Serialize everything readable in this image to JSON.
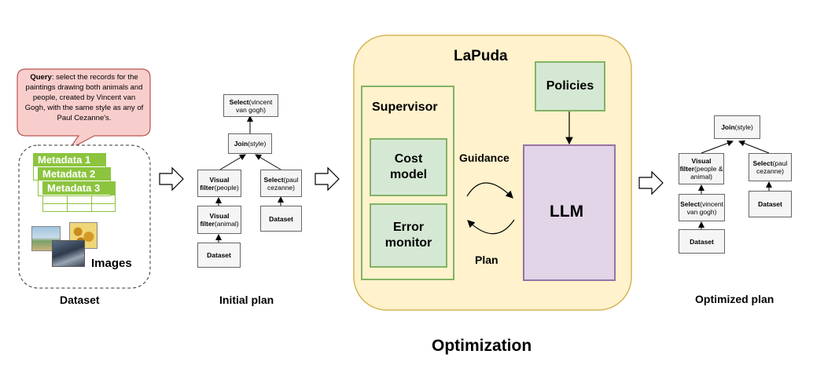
{
  "query": {
    "bold": "Query",
    "text": ": select the records for the paintings drawing both animals and people, created by Vincent van Gogh, with the same style as any of Paul Cezanne's."
  },
  "dataset": {
    "metadata": [
      "Metadata  1",
      "Metadata  2",
      "Metadata  3"
    ],
    "images_label": "Images",
    "caption": "Dataset"
  },
  "initial_plan": {
    "caption": "Initial plan",
    "select_vg_op": "Select",
    "select_vg_arg": "(vincent van gogh)",
    "join_op": "Join",
    "join_arg": "(style)",
    "vf_people_op": "Visual filter",
    "vf_people_arg": "(people)",
    "select_pc_op": "Select",
    "select_pc_arg": "(paul cezanne)",
    "vf_animal_op": "Visual filter",
    "vf_animal_arg": "(animal)",
    "dataset_right": "Dataset",
    "dataset_bottom": "Dataset"
  },
  "lapuda": {
    "title": "LaPuda",
    "supervisor": "Supervisor",
    "cost_model": "Cost model",
    "error_monitor": "Error monitor",
    "policies": "Policies",
    "llm": "LLM",
    "guidance": "Guidance",
    "plan": "Plan",
    "caption": "Optimization"
  },
  "optimized_plan": {
    "caption": "Optimized plan",
    "join_op": "Join",
    "join_arg": "(style)",
    "vf_op": "Visual filter",
    "vf_arg": "(people & animal)",
    "select_pc_op": "Select",
    "select_pc_arg": "(paul cezanne)",
    "select_vg_op": "Select",
    "select_vg_arg": "(vincent van gogh)",
    "dataset_right": "Dataset",
    "dataset_bottom": "Dataset"
  },
  "colors": {
    "callout_fill": "#f8cecc",
    "callout_stroke": "#b85450",
    "lapuda_fill": "#fff2cc",
    "lapuda_stroke": "#d6b656",
    "green_fill": "#d5e8d4",
    "green_stroke": "#82b366",
    "llm_fill": "#e1d5e7",
    "llm_stroke": "#9673a6",
    "metadata_green": "#8cc43f"
  }
}
